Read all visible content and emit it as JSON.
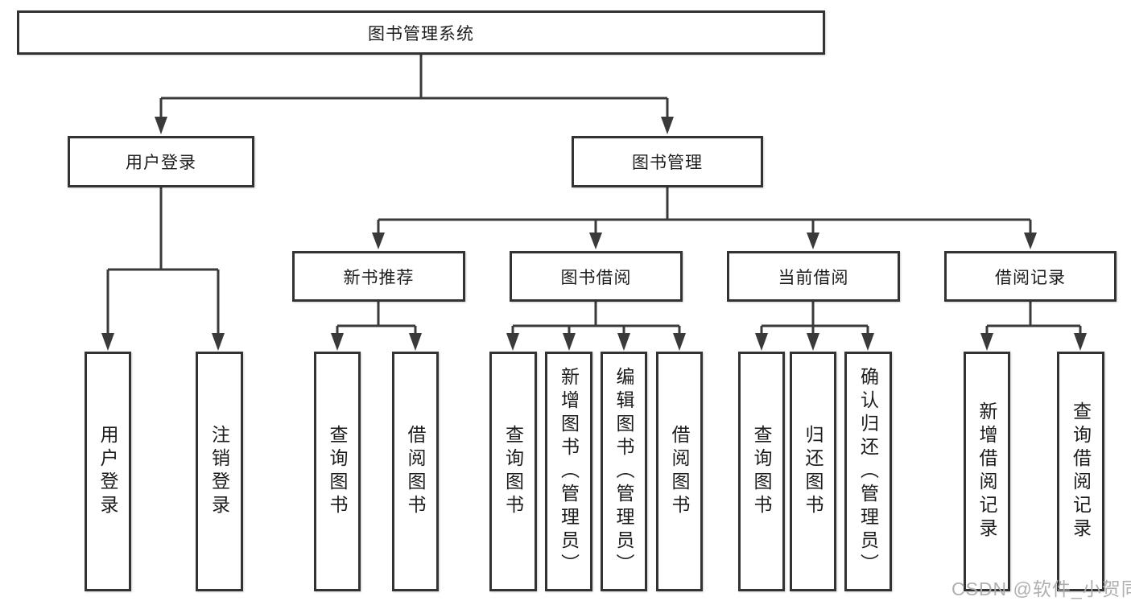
{
  "diagram_title": "图书管理系统",
  "nodes": {
    "root": {
      "label": "图书管理系统"
    },
    "user_login": {
      "label": "用户登录",
      "children": [
        "用户登录",
        "注销登录"
      ]
    },
    "book_mgmt": {
      "label": "图书管理",
      "groups": [
        {
          "label": "新书推荐",
          "children": [
            "查询图书",
            "借阅图书"
          ]
        },
        {
          "label": "图书借阅",
          "children": [
            "查询图书",
            "新增图书（管理员）",
            "编辑图书（管理员）",
            "借阅图书"
          ]
        },
        {
          "label": "当前借阅",
          "children": [
            "查询图书",
            "归还图书",
            "确认归还（管理员）"
          ]
        },
        {
          "label": "借阅记录",
          "children": [
            "新增借阅记录",
            "查询借阅记录"
          ]
        }
      ]
    }
  },
  "watermark": "CSDN @软件_小贺同学",
  "colors": {
    "line": "#3a3a3a",
    "box_border": "#333333",
    "text": "#1c1c1c",
    "watermark": "#acacac",
    "background": "#ffffff"
  }
}
